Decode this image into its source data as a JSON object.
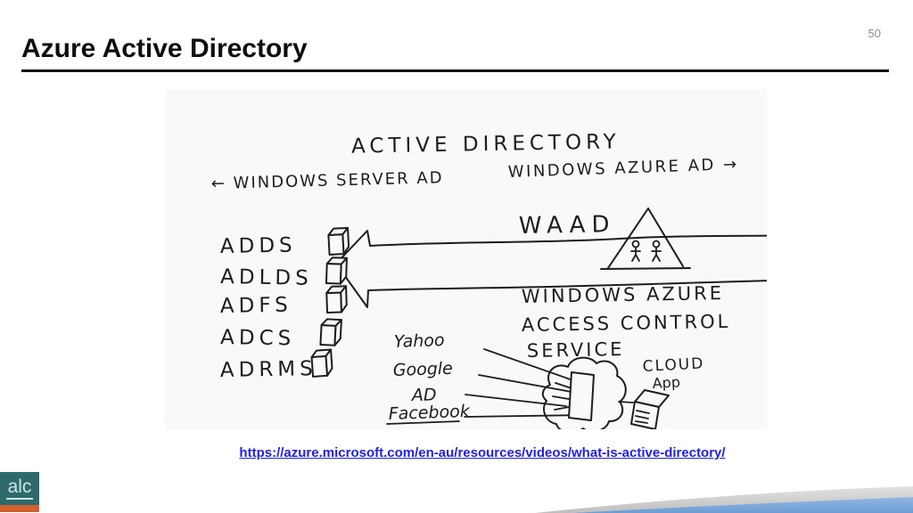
{
  "slide": {
    "title": "Azure Active Directory",
    "page_number": "50",
    "source_link": "https://azure.microsoft.com/en-au/resources/videos/what-is-active-directory/"
  },
  "diagram": {
    "heading": "ACTIVE DIRECTORY",
    "banner": {
      "left_label": "← WINDOWS SERVER AD",
      "right_label": "WINDOWS AZURE AD →"
    },
    "server_ad_services": [
      "ADDS",
      "ADLDS",
      "ADFS",
      "ADCS",
      "ADRMS"
    ],
    "azure_side": {
      "waad_label": "WAAD",
      "acs_line1": "WINDOWS AZURE",
      "acs_line2": "ACCESS CONTROL",
      "acs_line3": "SERVICE",
      "cloud_label_line1": "CLOUD",
      "cloud_label_line2": "App"
    },
    "identity_providers": [
      "Yahoo",
      "Google",
      "AD",
      "Facebook"
    ]
  },
  "footer": {
    "logo_text": "alc"
  },
  "colors": {
    "link_blue": "#2121e0",
    "logo_teal": "#2d6a6e",
    "logo_orange": "#d4612c",
    "ribbon_gray": "#c9c9c6",
    "ribbon_blue": "#7da8da",
    "ink": "#1d1d1d",
    "page_number_gray": "#8d8d8d",
    "diagram_background": "#faf9f8"
  }
}
